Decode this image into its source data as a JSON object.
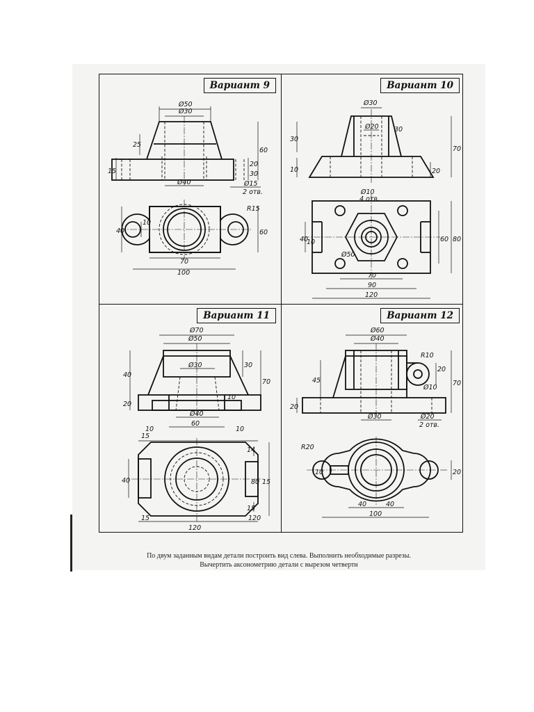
{
  "sheet": {
    "panels": [
      {
        "title": "Вариант 9",
        "dims": [
          "Ø50",
          "Ø30",
          "25",
          "60",
          "15",
          "20",
          "30",
          "Ø40",
          "Ø15",
          "2 отв.",
          "R15",
          "40",
          "10",
          "60",
          "70",
          "100"
        ]
      },
      {
        "title": "Вариант 10",
        "dims": [
          "Ø30",
          "Ø20",
          "30",
          "30",
          "10",
          "70",
          "20",
          "Ø10",
          "4 отв.",
          "40",
          "10",
          "Ø50",
          "60",
          "80",
          "70",
          "90",
          "120"
        ]
      },
      {
        "title": "Вариант 11",
        "dims": [
          "Ø70",
          "Ø50",
          "Ø30",
          "30",
          "40",
          "70",
          "20",
          "Ø40",
          "60",
          "10",
          "10",
          "10",
          "15",
          "40",
          "14",
          "80",
          "15",
          "15",
          "15",
          "120"
        ]
      },
      {
        "title": "Вариант 12",
        "dims": [
          "Ø60",
          "Ø40",
          "R10",
          "20",
          "45",
          "Ø10",
          "70",
          "20",
          "Ø30",
          "Ø20",
          "2 отв.",
          "R20",
          "10",
          "20",
          "40",
          "40",
          "100"
        ]
      }
    ]
  },
  "caption": {
    "line1": "По двум заданным видам детали построить вид слева. Выполнить необходимые разрезы.",
    "line2": "Вычертить аксонометрию детали с вырезом четверти"
  }
}
